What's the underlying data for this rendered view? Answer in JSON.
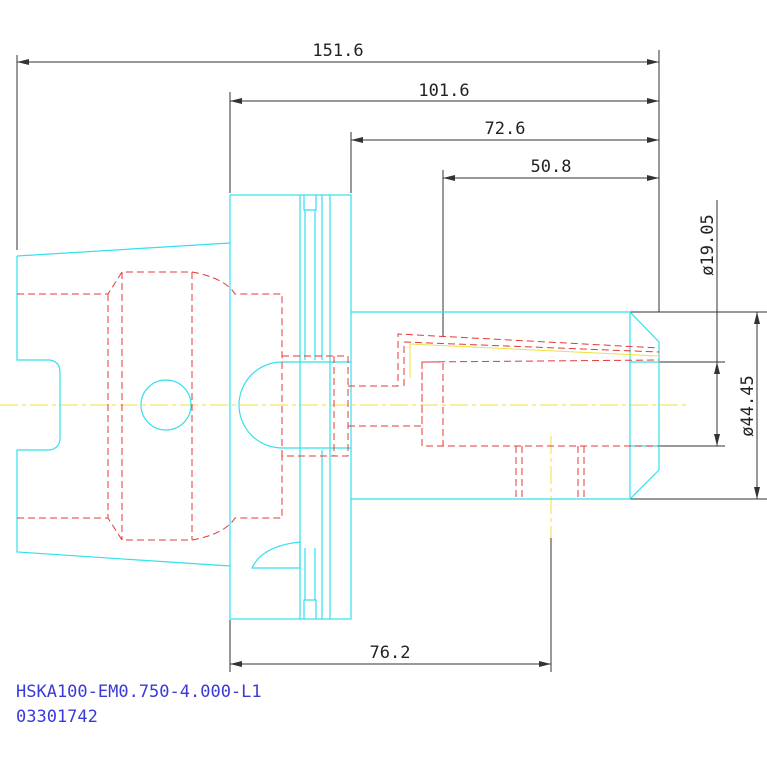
{
  "dimensions": {
    "overall_length": "151.6",
    "length_2": "101.6",
    "length_3": "72.6",
    "length_4": "50.8",
    "bore_diameter": "ø19.05",
    "body_diameter": "ø44.45",
    "gauge_length": "76.2"
  },
  "part": {
    "name": "HSKA100-EM0.750-4.000-L1",
    "number": "03301742"
  },
  "colors": {
    "outline": "#33e0ec",
    "hidden": "#e43838",
    "centerline": "#f0e040",
    "dimension": "#333333",
    "note": "#3a3ad8"
  }
}
